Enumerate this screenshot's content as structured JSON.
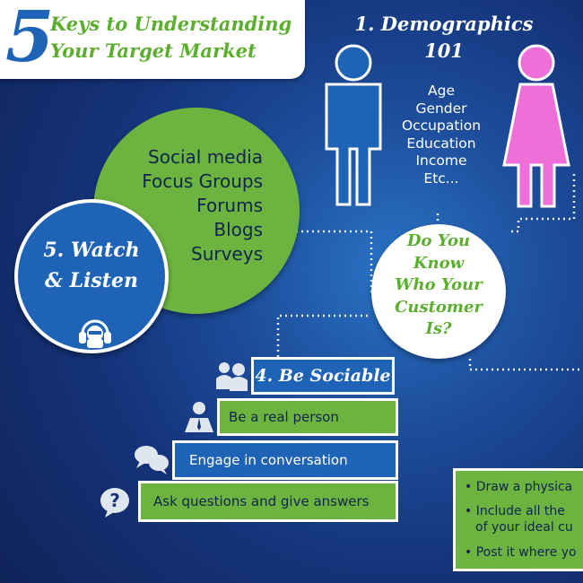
{
  "title": {
    "number": "5",
    "line1": "Keys to Understanding",
    "line2": "Your Target Market"
  },
  "demographics": {
    "heading_line1": "1. Demographics",
    "heading_line2": "101",
    "items": [
      "Age",
      "Gender",
      "Occupation",
      "Education",
      "Income",
      "Etc..."
    ]
  },
  "question": {
    "lines": [
      "Do You",
      "Know",
      "Who Your",
      "Customer",
      "Is?"
    ]
  },
  "watch": {
    "line1": "5. Watch",
    "line2": "& Listen"
  },
  "social_channels": [
    "Social media",
    "Focus Groups",
    "Forums",
    "Blogs",
    "Surveys"
  ],
  "sociable": {
    "heading": "4. Be Sociable",
    "steps": [
      "Be a real person",
      "Engage in conversation",
      "Ask questions and give answers"
    ]
  },
  "tips": [
    "• Draw a physica",
    "• Include all the",
    "of your ideal cu",
    "• Post it where yo"
  ],
  "colors": {
    "green": "#6cb33f",
    "blue": "#1f63b6",
    "pink": "#ef6fd8",
    "navy": "#15337a"
  }
}
